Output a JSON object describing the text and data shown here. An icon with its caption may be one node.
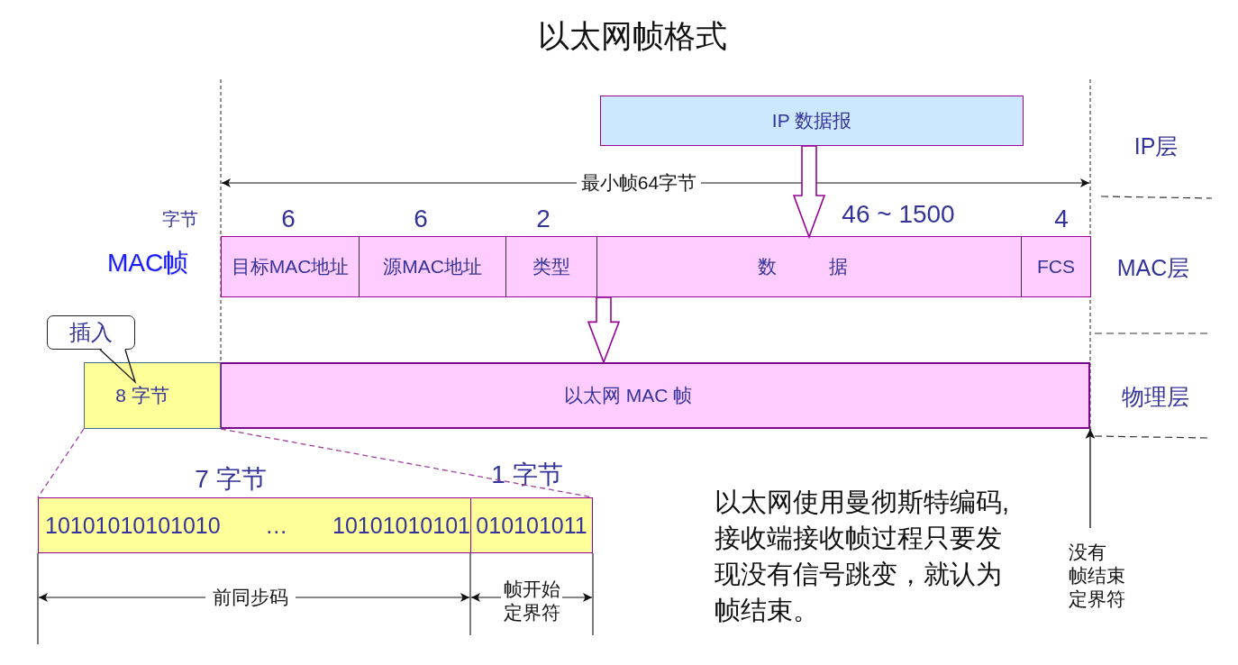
{
  "diagram": {
    "title": "以太网帧格式",
    "nodes": [
      {
        "text": [
          "IP 数据报"
        ]
      },
      {
        "text": [],
        "shape": "bar"
      },
      {
        "text": [
          "目标MAC地址"
        ],
        "in": 1,
        "beside": [
          "6"
        ]
      },
      {
        "text": [
          "源MAC地址"
        ],
        "in": 1,
        "beside": [
          "6"
        ]
      },
      {
        "text": [
          "类型"
        ],
        "in": 1,
        "beside": [
          "2"
        ]
      },
      {
        "text": [
          "数 据"
        ],
        "in": 1,
        "beside": [
          "46 ~ 1500"
        ]
      },
      {
        "text": [
          "FCS"
        ],
        "in": 1,
        "beside": [
          "4"
        ]
      },
      {
        "text": [
          "插入"
        ]
      },
      {
        "text": [
          "8 字节"
        ]
      },
      {
        "text": [
          "以太网 MAC 帧"
        ]
      },
      {
        "text": [],
        "shape": "bar"
      },
      {
        "text": [
          "10101010101010",
          "…",
          "10101010101"
        ],
        "in": 10,
        "beside": [
          "7 字节"
        ]
      },
      {
        "text": [
          "010101011"
        ],
        "in": 10,
        "beside": [
          "1 字节"
        ]
      },
      {
        "text": [
          "没有帧结束定界符"
        ]
      }
    ],
    "edges": [
      {
        "from": 0,
        "to": 5,
        "arrow": "to",
        "style": "thick",
        "color": "#990099"
      },
      {
        "from": 1,
        "to": 9,
        "arrow": "to",
        "style": "thick",
        "color": "#990099"
      },
      {
        "from": 7,
        "to": 8,
        "arrow": "none"
      },
      {
        "from": 13,
        "to": 9,
        "arrow": "to"
      },
      {
        "from": 8,
        "to": 10,
        "arrow": "none",
        "style": "dashed",
        "color": "#a040a0"
      },
      {
        "from": 8,
        "to": 10,
        "arrow": "none",
        "style": "dashed",
        "color": "#a040a0"
      }
    ],
    "labels": [
      "IP层",
      "最小帧64字节",
      "字节",
      "MAC帧",
      "MAC层",
      "物理层",
      "以太网使用曼彻斯特编码,接收端接收帧过程只要发现没有信号跳变，就认为帧结束。",
      "前同步码",
      "帧开始定界符"
    ]
  }
}
